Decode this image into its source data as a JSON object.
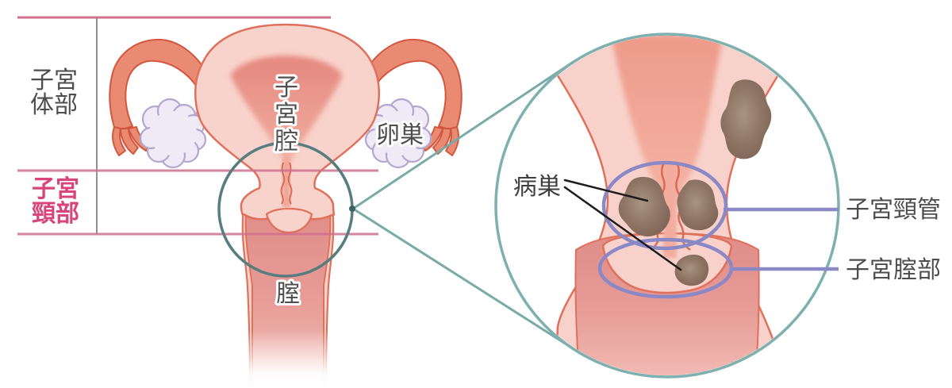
{
  "figure": {
    "type": "medical-anatomy-diagram",
    "subject": "uterus-cervix-lesion-sites",
    "left_panel": {
      "bracket_labels": [
        {
          "id": "uterine-body",
          "lines": [
            "子宮",
            "体部"
          ],
          "color": "#4d4d4d"
        },
        {
          "id": "cervix-region",
          "lines": [
            "子宮",
            "頸部"
          ],
          "color": "#d84579"
        }
      ],
      "part_labels": {
        "uterine_cavity_chars": [
          "子",
          "宮",
          "腔"
        ],
        "ovary": "卵巣",
        "vagina": "腟"
      }
    },
    "right_panel": {
      "lesion_label": "病巣",
      "pointer_labels": [
        {
          "id": "cervical-canal",
          "text": "子宮頸管"
        },
        {
          "id": "vaginal-portion-of-cervix",
          "text": "子宮腟部"
        }
      ]
    },
    "colors": {
      "bracket_line_pink": "#d0708e",
      "label_magenta": "#d84579",
      "label_gray": "#4d4d4d",
      "divider_gray": "#909090",
      "magnifier_teal": "#7db0ae",
      "focus_circle_teal": "#587d7e",
      "pointer_purple": "#8b88c6",
      "callout_black": "#1c1c1c",
      "tissue_light": "#f8d3cb",
      "tissue_border": "#e0705a",
      "tissue_inner": "#ec9c8f",
      "vault_pink": "#e29390",
      "tube_salmon": "#e98b72",
      "ovary_lavender": "#efeaf6",
      "ovary_border": "#b3a7ce",
      "lesion_brown_dark": "#7e6355",
      "lesion_brown_light": "#a9937f"
    }
  }
}
